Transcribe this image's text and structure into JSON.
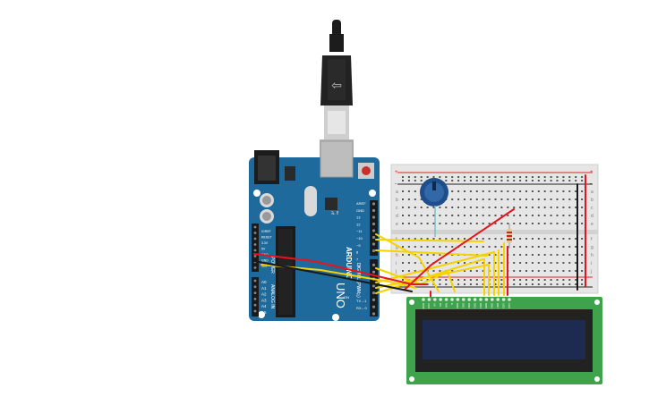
{
  "board": {
    "name": "UNO",
    "brand": "ARDUINO",
    "left_header_labels": [
      "IOREF",
      "RESET",
      "3.3V",
      "5V",
      "GND",
      "GND",
      "VIN"
    ],
    "analog_labels": [
      "A0",
      "A1",
      "A2",
      "A3",
      "A4",
      "A5"
    ],
    "analog_group_label": "ANALOG IN",
    "digital_labels": [
      "AREF",
      "GND",
      "13",
      "12",
      "~11",
      "~10",
      "~9",
      "8",
      "7",
      "~6",
      "~5",
      "4",
      "~3",
      "2",
      "TX→1",
      "RX←0"
    ],
    "digital_group_label": "DIGITAL (PWM~)",
    "power_group_label": "POWER",
    "tx_rx_labels": [
      "TX",
      "RX"
    ],
    "led_label": "L",
    "on_label": "ON"
  },
  "breadboard": {
    "row_labels_top": [
      "a",
      "b",
      "c",
      "d",
      "e"
    ],
    "row_labels_bottom": [
      "f",
      "g",
      "h",
      "i",
      "j"
    ],
    "rail_plus": "+",
    "rail_minus": "-"
  },
  "lcd": {
    "pin_labels": [
      "GND",
      "VCC",
      "V0",
      "RS",
      "RW",
      "E",
      "DB0",
      "DB1",
      "DB2",
      "DB3",
      "DB4",
      "DB5",
      "DB6",
      "DB7",
      "LED",
      "LED"
    ]
  },
  "colors": {
    "board_blue": "#1f6a9c",
    "breadboard_body": "#e6e6e6",
    "wire_yellow": "#f5d300",
    "wire_red": "#e8141b",
    "wire_black": "#1a1a1a",
    "lcd_pcb": "#3fa34d",
    "lcd_screen": "#1c2b4f",
    "pot_blue": "#1e4f8a",
    "usb_black": "#1c1c1c"
  }
}
